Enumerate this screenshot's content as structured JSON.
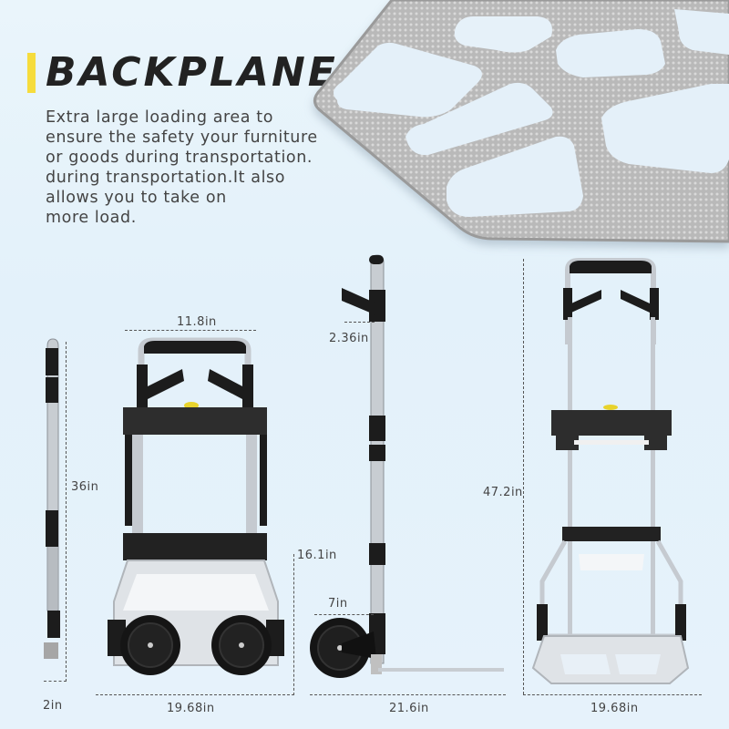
{
  "header": {
    "title": "BACKPLANE",
    "accent_color": "#f6dc3c"
  },
  "description": {
    "lines": [
      "Extra large loading area to",
      "ensure the safety your furniture",
      "or goods during transportation.",
      "during transportation.It also",
      "allows you to take on",
      "more load."
    ]
  },
  "images": {
    "backplane_closeup": "textured aluminum backplane close-up",
    "folded_side_view": "folded hand truck side view",
    "folded_front_view": "folded hand truck front view",
    "extended_side_view": "extended hand truck side view",
    "extended_front_view": "extended hand truck front view"
  },
  "dimensions": {
    "folded_side_height": "36in",
    "folded_side_depth": "2in",
    "folded_front_handle_width": "11.8in",
    "folded_front_width": "19.68in",
    "folded_front_height": "16.1in",
    "side_handle_offset": "2.36in",
    "wheel_diameter": "7in",
    "side_length": "21.6in",
    "extended_height": "47.2in",
    "extended_width": "19.68in"
  }
}
